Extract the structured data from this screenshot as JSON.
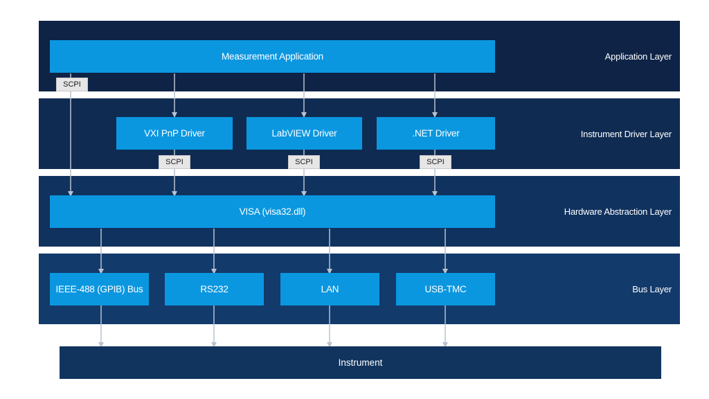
{
  "layers": {
    "application": "Application Layer",
    "driver": "Instrument Driver Layer",
    "hal": "Hardware Abstraction Layer",
    "bus": "Bus Layer"
  },
  "boxes": {
    "measurement_app": "Measurement Application",
    "vxi_driver": "VXI PnP Driver",
    "labview_driver": "LabVIEW Driver",
    "net_driver": ".NET Driver",
    "visa": "VISA (visa32.dll)",
    "gpib": "IEEE-488 (GPIB) Bus",
    "rs232": "RS232",
    "lan": "LAN",
    "usb": "USB-TMC",
    "instrument": "Instrument"
  },
  "scpi_label": "SCPI",
  "colors": {
    "layer_dark": "#0e2346",
    "layer_medium": "#123a6b",
    "box_blue": "#0b97e0",
    "instrument": "#11345e",
    "arrow": "#b9c3cf"
  }
}
